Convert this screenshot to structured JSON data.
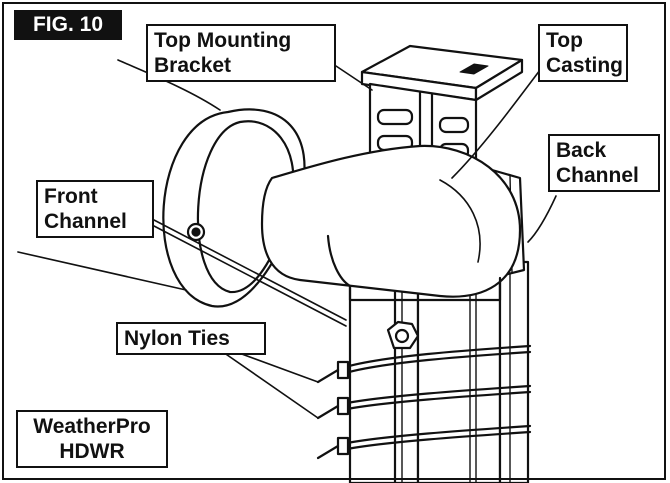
{
  "figure": {
    "tag": "FIG. 10"
  },
  "labels": {
    "top_mounting_bracket": "Top Mounting\nBracket",
    "top_casting": "Top\nCasting",
    "back_channel": "Back\nChannel",
    "front_channel": "Front\nChannel",
    "nylon_ties": "Nylon Ties",
    "model": "WeatherPro\nHDWR"
  },
  "colors": {
    "line": "#111111",
    "fill": "#ffffff",
    "tag_bg": "#111111",
    "tag_text": "#ffffff"
  }
}
